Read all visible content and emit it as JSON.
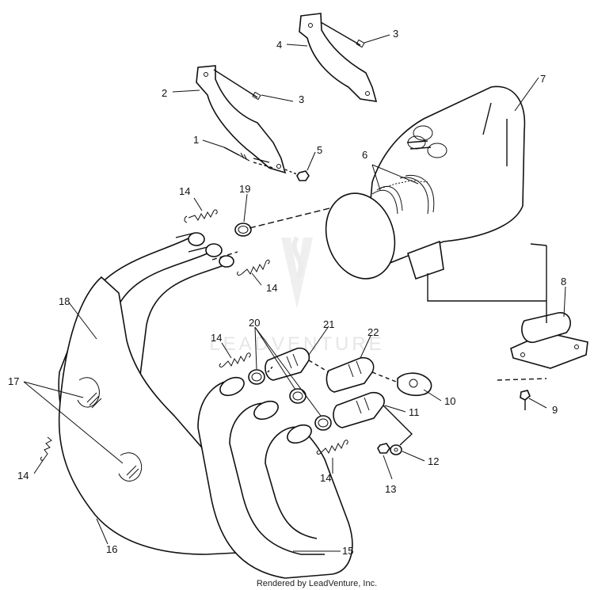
{
  "diagram": {
    "callouts": [
      "1",
      "2",
      "3",
      "3",
      "4",
      "5",
      "6",
      "7",
      "8",
      "9",
      "10",
      "11",
      "12",
      "13",
      "14",
      "14",
      "14",
      "14",
      "15",
      "16",
      "17",
      "18",
      "19",
      "20",
      "21",
      "22"
    ],
    "watermark": "LEADVENTURE",
    "footer": "Rendered by LeadVenture, Inc."
  }
}
